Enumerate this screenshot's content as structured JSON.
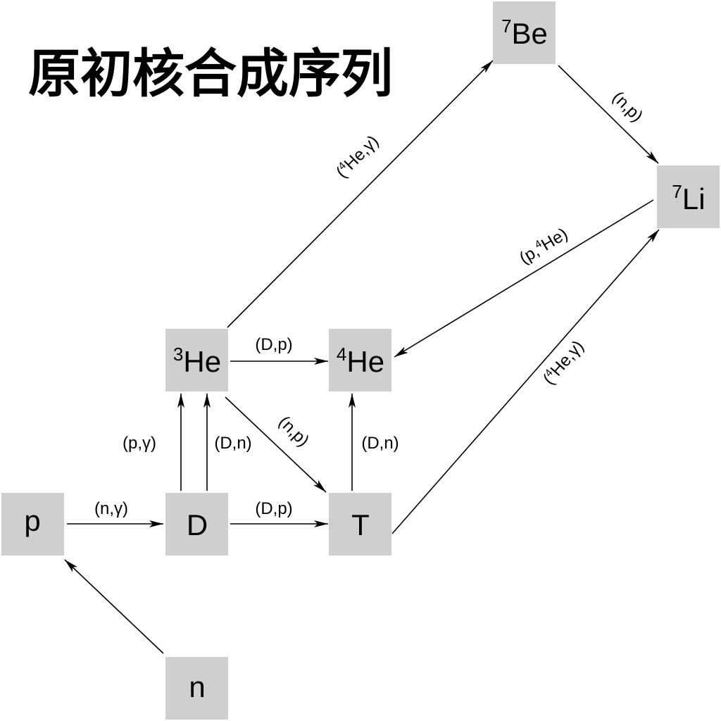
{
  "title": "原初核合成序列",
  "nodes": {
    "be7": {
      "sup": "7",
      "label": "Be"
    },
    "li7": {
      "sup": "7",
      "label": "Li"
    },
    "he3": {
      "sup": "3",
      "label": "He"
    },
    "he4": {
      "sup": "4",
      "label": "He"
    },
    "p": {
      "sup": "",
      "label": "p"
    },
    "d": {
      "sup": "",
      "label": "D"
    },
    "t": {
      "sup": "",
      "label": "T"
    },
    "n": {
      "sup": "",
      "label": "n"
    }
  },
  "edges": {
    "n_p": {
      "pre": "",
      "sup": "",
      "post": ""
    },
    "p_d": {
      "pre": "(n,γ)",
      "sup": "",
      "post": ""
    },
    "d_t": {
      "pre": "(D,p)",
      "sup": "",
      "post": ""
    },
    "d_he3a": {
      "pre": "(p,γ)",
      "sup": "",
      "post": ""
    },
    "d_he3b": {
      "pre": "(D,n)",
      "sup": "",
      "post": ""
    },
    "t_he4": {
      "pre": "(D,n)",
      "sup": "",
      "post": ""
    },
    "he3_he4": {
      "pre": "(D,p)",
      "sup": "",
      "post": ""
    },
    "he3_t": {
      "pre": "(n,p)",
      "sup": "",
      "post": ""
    },
    "he3_be7": {
      "pre": "(",
      "sup": "4",
      "post": "He,γ)"
    },
    "be7_li7": {
      "pre": "(n,p)",
      "sup": "",
      "post": ""
    },
    "li7_he4": {
      "pre": "(p,",
      "sup": "4",
      "post": "He)"
    },
    "t_li7": {
      "pre": "(",
      "sup": "4",
      "post": "He,γ)"
    }
  }
}
